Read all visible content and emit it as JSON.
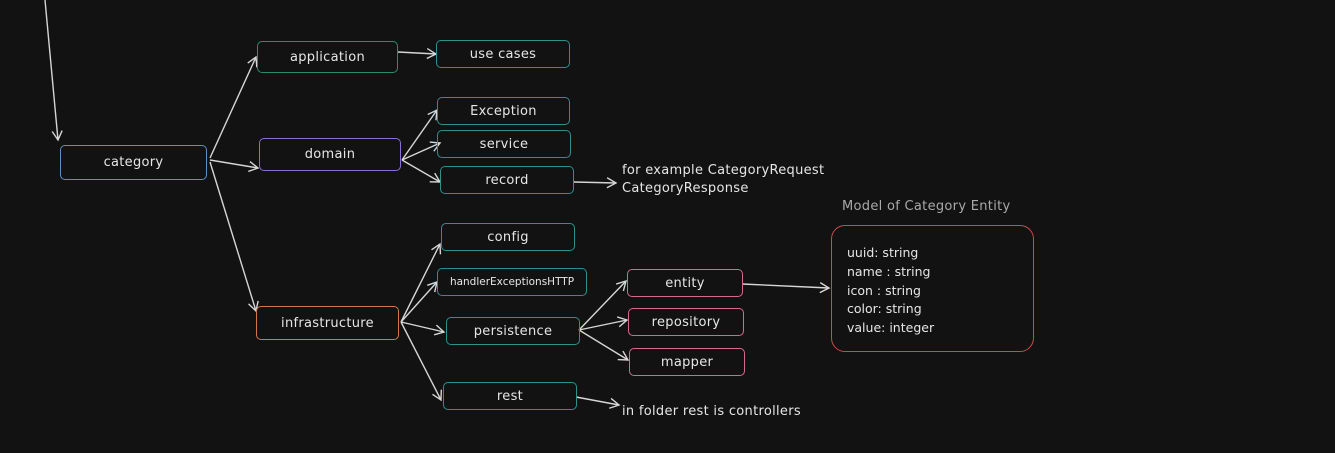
{
  "nodes": {
    "category": "category",
    "application": "application",
    "use_cases": "use cases",
    "domain": "domain",
    "exception": "Exception",
    "service": "service",
    "record": "record",
    "infrastructure": "infrastructure",
    "config": "config",
    "handler": "handlerExceptionsHTTP",
    "persistence": "persistence",
    "entity": "entity",
    "repository": "repository",
    "mapper": "mapper",
    "rest": "rest"
  },
  "notes": {
    "record_line1": "for example CategoryRequest",
    "record_line2": "CategoryResponse",
    "rest": "in folder rest is controllers"
  },
  "entity_model": {
    "title": "Model of Category Entity",
    "fields": [
      "uuid: string",
      "name : string",
      "icon : string",
      "color: string",
      "value: integer"
    ]
  },
  "colors": {
    "background": "#121212",
    "arrow": "#d6d6d6",
    "category": "#5b8fc9",
    "application": "#2f8a6c",
    "domain": "#8b6fd6",
    "infrastructure": "#d1784a",
    "teal_nodes": "#2f8f8f",
    "persistence_children": "#d46b8c",
    "entity_model": "#c94b4b"
  }
}
